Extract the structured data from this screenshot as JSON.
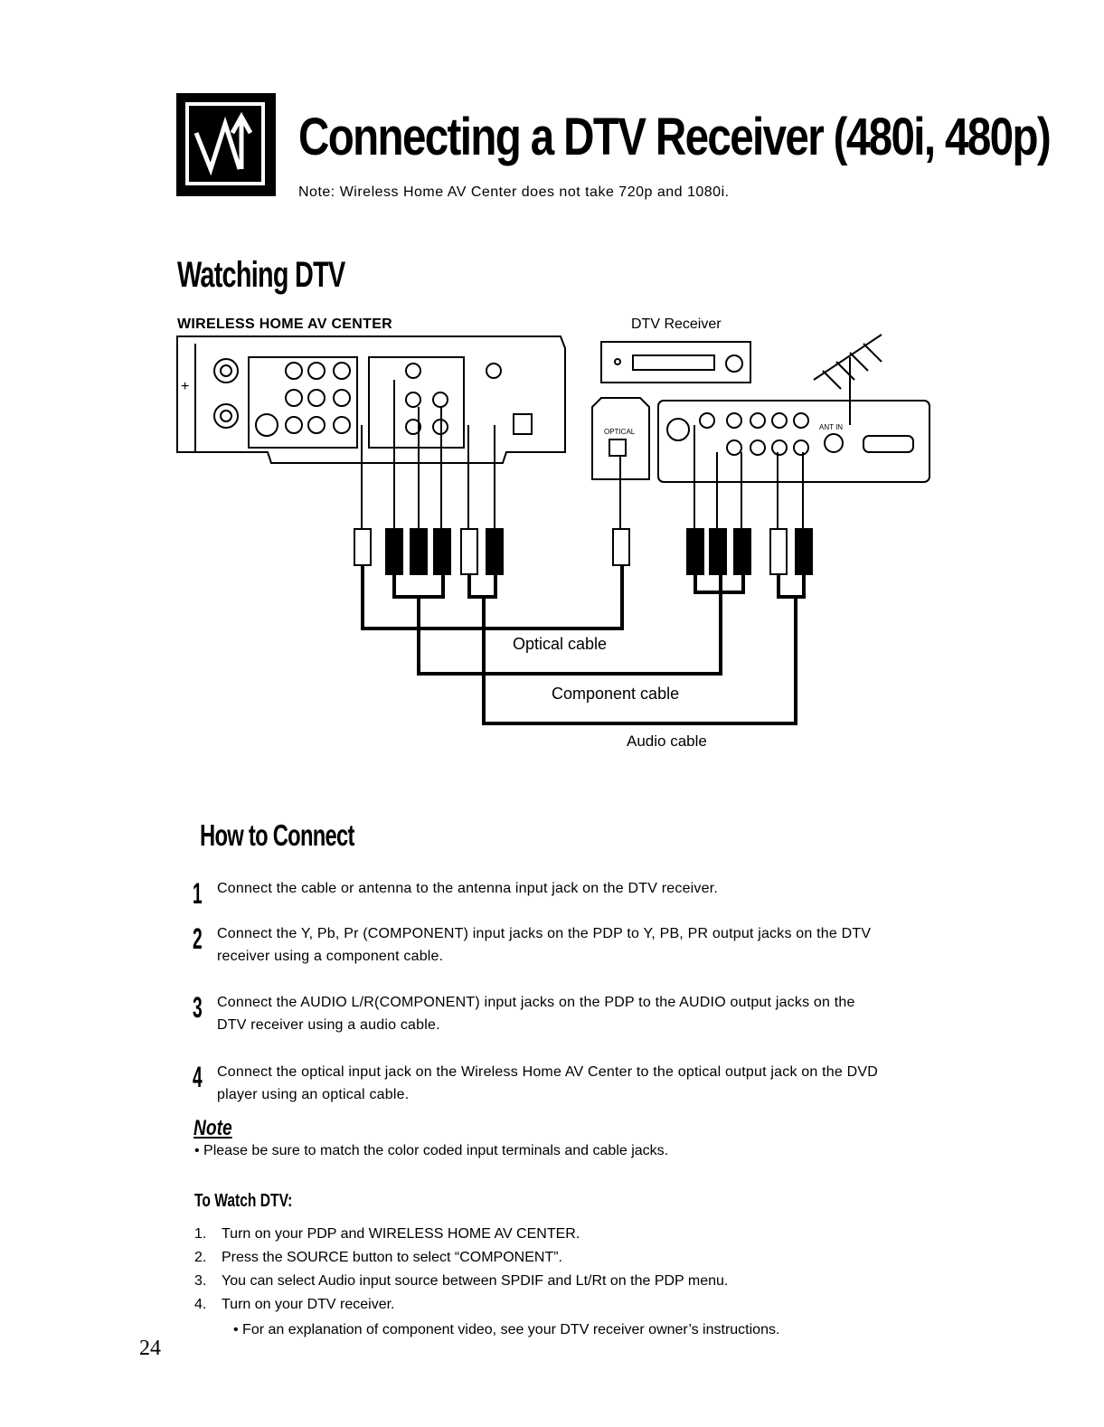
{
  "header": {
    "title": "Connecting a DTV Receiver (480i, 480p)",
    "note": "Note: Wireless Home AV Center does not take 720p and 1080i."
  },
  "watching": {
    "heading": "Watching DTV",
    "left_label": "WIRELESS HOME AV CENTER",
    "right_label": "DTV Receiver",
    "optical_jack_label": "OPTICAL",
    "ant_in_label": "ANT IN",
    "cables": {
      "optical": "Optical cable",
      "component": "Component cable",
      "audio": "Audio cable"
    }
  },
  "howto": {
    "heading": "How to Connect",
    "steps": [
      {
        "num": "1",
        "text": "Connect the cable or antenna to the antenna input jack on the DTV receiver."
      },
      {
        "num": "2",
        "text": "Connect the Y, Pb, Pr (COMPONENT) input jacks on the PDP to Y, PB, PR output jacks on the DTV receiver using a component cable."
      },
      {
        "num": "3",
        "text": "Connect the AUDIO L/R(COMPONENT) input jacks on the PDP to the AUDIO output jacks on the DTV receiver using a audio cable."
      },
      {
        "num": "4",
        "text": "Connect the optical input jack on the Wireless Home AV Center to the optical output jack on the DVD player using an optical cable."
      }
    ]
  },
  "note": {
    "heading": "Note",
    "text": "•  Please be sure to match the color coded input terminals and cable jacks."
  },
  "watch": {
    "heading": "To Watch DTV:",
    "items": [
      {
        "n": "1.",
        "text": "Turn on your PDP and WIRELESS HOME AV CENTER."
      },
      {
        "n": "2.",
        "text": "Press the SOURCE button to select “COMPONENT”."
      },
      {
        "n": "3.",
        "text": "You can select Audio input source between SPDIF and Lt/Rt on the PDP menu."
      },
      {
        "n": "4.",
        "text": "Turn on your DTV receiver."
      }
    ],
    "sub_bullet": "• For an explanation of component video, see your DTV receiver owner’s instructions."
  },
  "page_number": "24"
}
